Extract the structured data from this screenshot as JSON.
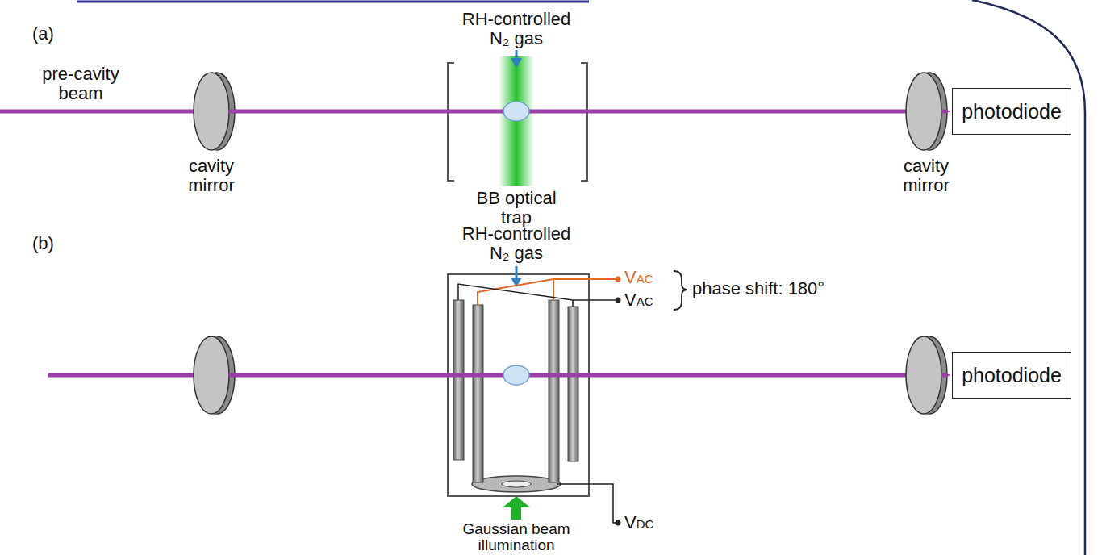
{
  "diagram": {
    "nodes": [
      {
        "text": [
          "photodiode"
        ]
      },
      {
        "text": [
          "photodiode"
        ]
      }
    ],
    "labels": [
      "(a)",
      "RH-controlled N₂ gas",
      "pre-cavity beam",
      "cavity mirror",
      "BB optical trap",
      "cavity mirror",
      "(b)",
      "RH-controlled N₂ gas",
      "VAC",
      "VAC",
      "phase shift: 180°",
      "VDC",
      "Gaussian beam illumination"
    ]
  }
}
